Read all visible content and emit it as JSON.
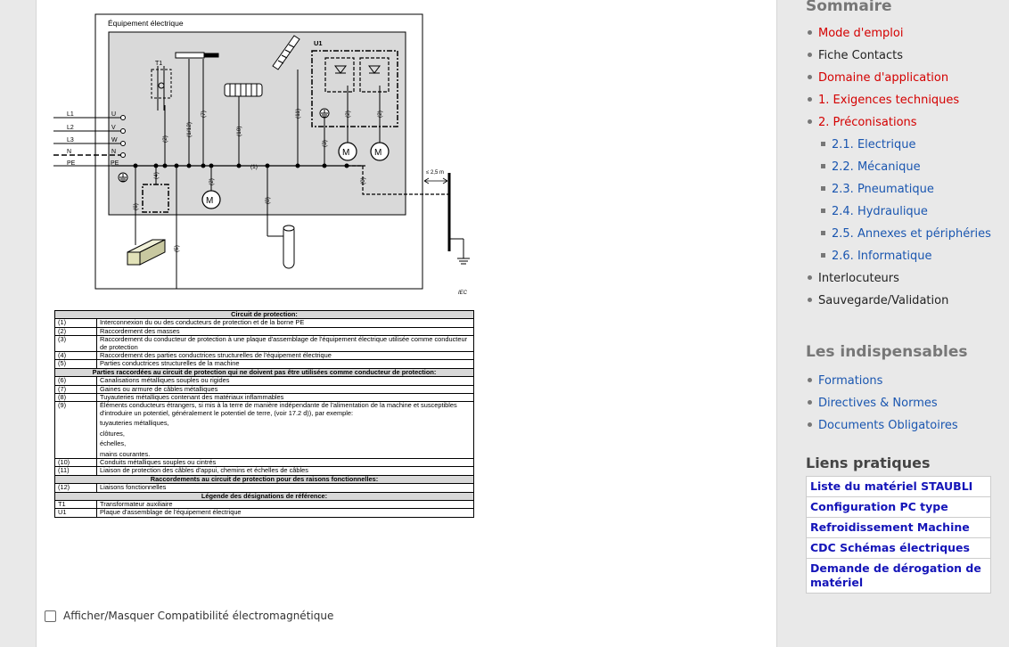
{
  "diagram": {
    "title": "Équipement électrique",
    "u1_label": "U1",
    "t1_label": "T1",
    "phases": [
      "L1",
      "L2",
      "L3",
      "N",
      "PE"
    ],
    "terminals": [
      "U",
      "V",
      "W",
      "N",
      "PE"
    ],
    "distance": "≤ 2,5 m",
    "source": "IEC",
    "motor_label": "M",
    "refs": {
      "r1": "(1)",
      "r2": "(2)",
      "r3": "(3)",
      "r4": "(4)",
      "r5": "(5)",
      "r6": "(6)",
      "r7": "(7)",
      "r8": "(8)",
      "r9": "(9)",
      "r10": "(10)",
      "r11": "(11)",
      "r1_12": "(1/12)"
    }
  },
  "legend": {
    "h1": "Circuit de protection:",
    "g1": [
      {
        "k": "(1)",
        "v": "Interconnexion du ou des conducteurs de protection et de la borne PE"
      },
      {
        "k": "(2)",
        "v": "Raccordement des masses"
      },
      {
        "k": "(3)",
        "v": "Raccordement du conducteur de protection à une plaque d'assemblage de l'équipement électrique utilisée comme conducteur de protection"
      },
      {
        "k": "(4)",
        "v": "Raccordement des parties conductrices structurelles de l'équipement électrique"
      },
      {
        "k": "(5)",
        "v": "Parties conductrices structurelles de la machine"
      }
    ],
    "h2": "Parties raccordées au circuit de protection qui ne doivent pas être utilisées comme conducteur de protection:",
    "g2": [
      {
        "k": "(6)",
        "v": "Canalisations métalliques souples ou rigides"
      },
      {
        "k": "(7)",
        "v": "Gaines ou armure de câbles métalliques"
      },
      {
        "k": "(8)",
        "v": "Tuyauteries métalliques contenant des matériaux inflammables"
      }
    ],
    "item9": {
      "k": "(9)",
      "v": "Éléments conducteurs étrangers, si mis à la terre de manière indépendante de l'alimentation de la machine et susceptibles d'introduire un potentiel, généralement le potentiel de terre, (voir 17.2 d)), par exemple:",
      "l1": "tuyauteries métalliques,",
      "l2": "clôtures,",
      "l3": "échelles,",
      "l4": "mains courantes."
    },
    "g3": [
      {
        "k": "(10)",
        "v": "Conduits métalliques souples ou cintrés"
      },
      {
        "k": "(11)",
        "v": "Liaison de protection des câbles d'appui, chemins et échelles de câbles"
      }
    ],
    "h3": "Raccordements au circuit de protection pour des raisons fonctionnelles:",
    "g4": [
      {
        "k": "(12)",
        "v": "Liaisons fonctionnelles"
      }
    ],
    "h4": "Légende des désignations de référence:",
    "g5": [
      {
        "k": "T1",
        "v": "Transformateur auxiliaire"
      },
      {
        "k": "U1",
        "v": "Plaque d'assemblage de l'équipement électrique"
      }
    ]
  },
  "checkbox": {
    "label": "Afficher/Masquer Compatibilité électromagnétique"
  },
  "sidebar": {
    "sommaire_title": "Sommaire",
    "sommaire": {
      "mode": "Mode d'emploi",
      "fiche": "Fiche Contacts",
      "domaine": "Domaine d'application",
      "exig": "1. Exigences techniques",
      "precon": "2. Préconisations",
      "s21": "2.1. Electrique",
      "s22": "2.2. Mécanique",
      "s23": "2.3. Pneumatique",
      "s24": "2.4. Hydraulique",
      "s25": "2.5. Annexes et périphéries",
      "s26": "2.6. Informatique",
      "inter": "Interlocuteurs",
      "sauv": "Sauvegarde/Validation"
    },
    "indisp_title": "Les indispensables",
    "indisp": {
      "formations": "Formations",
      "directives": "Directives & Normes",
      "documents": "Documents Obligatoires"
    },
    "liens_title": "Liens pratiques",
    "liens": {
      "l1": "Liste du matériel STAUBLI",
      "l2": "Configuration PC type",
      "l3": "Refroidissement Machine",
      "l4": "CDC Schémas électriques",
      "l5": "Demande de dérogation de matériel"
    }
  }
}
